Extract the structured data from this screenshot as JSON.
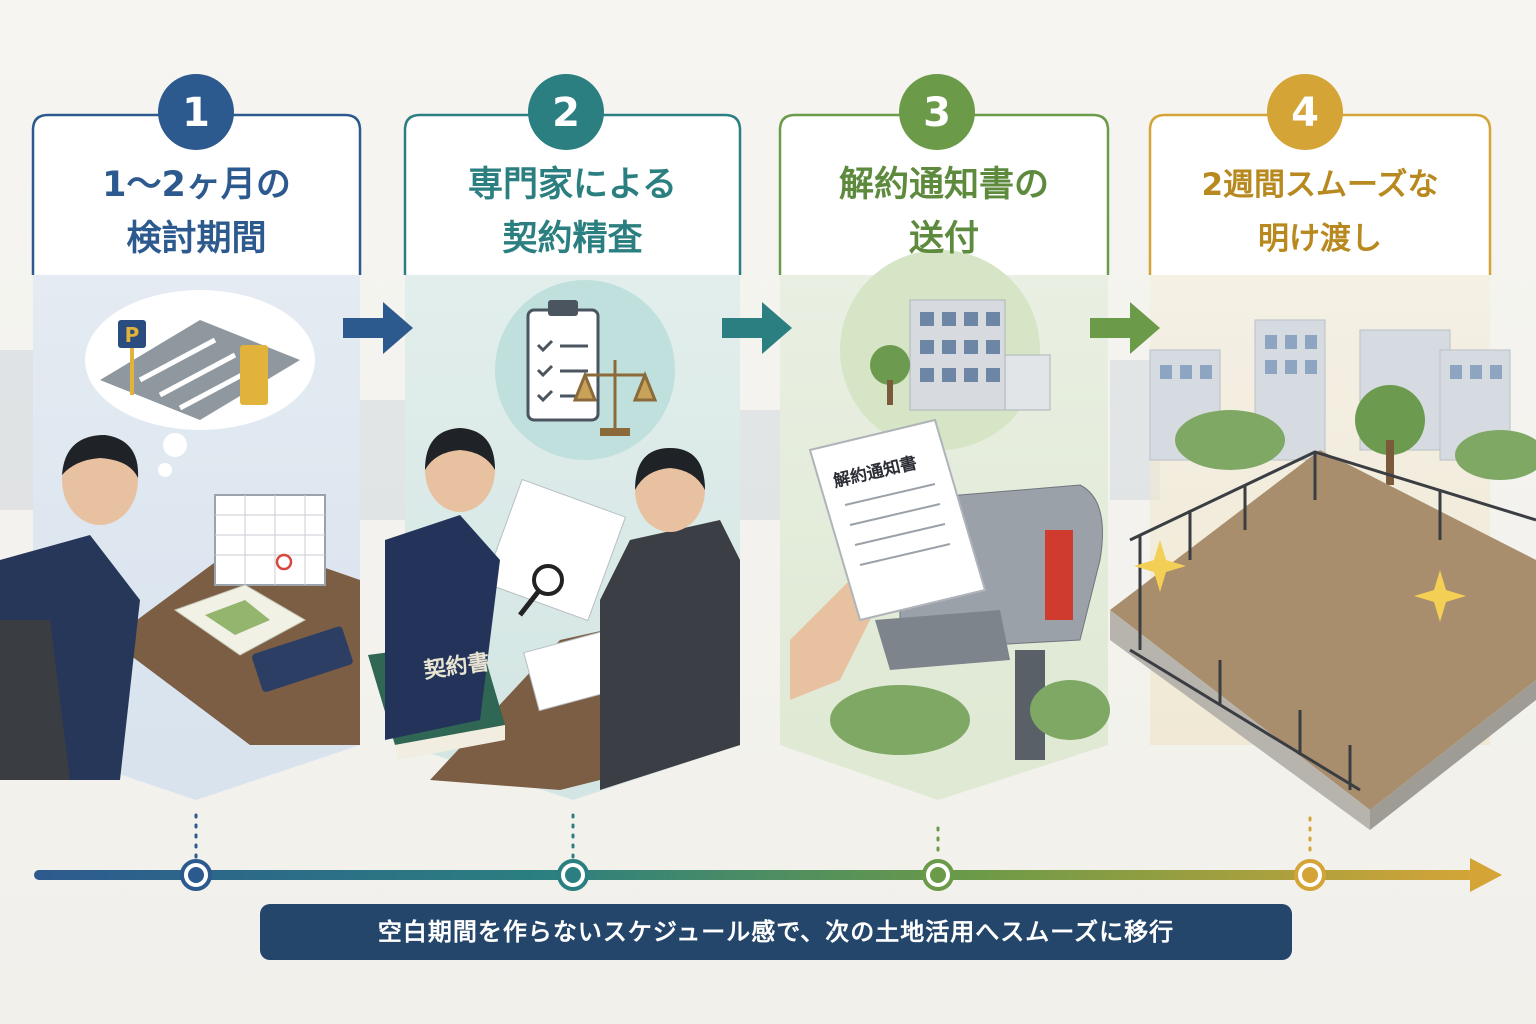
{
  "colors": {
    "step1": "#2d5a8e",
    "step2": "#2b7f80",
    "step3": "#6b9a48",
    "step4": "#d4a437",
    "banner": "#24466b"
  },
  "steps": [
    {
      "number": "1",
      "title_line1": "1〜2ヶ月の",
      "title_line2": "検討期間",
      "icon": "parking-lot-thought-bubble"
    },
    {
      "number": "2",
      "title_line1": "専門家による",
      "title_line2": "契約精査",
      "icon": "clipboard-scales-icon"
    },
    {
      "number": "3",
      "title_line1": "解約通知書の",
      "title_line2": "送付",
      "icon": "building-icon"
    },
    {
      "number": "4",
      "title_line1": "2週間スムーズな",
      "title_line2": "明け渡し",
      "icon": "vacant-lot"
    }
  ],
  "illustrations": {
    "contract_book": "契約書",
    "notice_document": "解約通知書",
    "parking_sign": "P"
  },
  "footer": {
    "message": "空白期間を作らないスケジュール感で、次の土地活用へスムーズに移行"
  }
}
